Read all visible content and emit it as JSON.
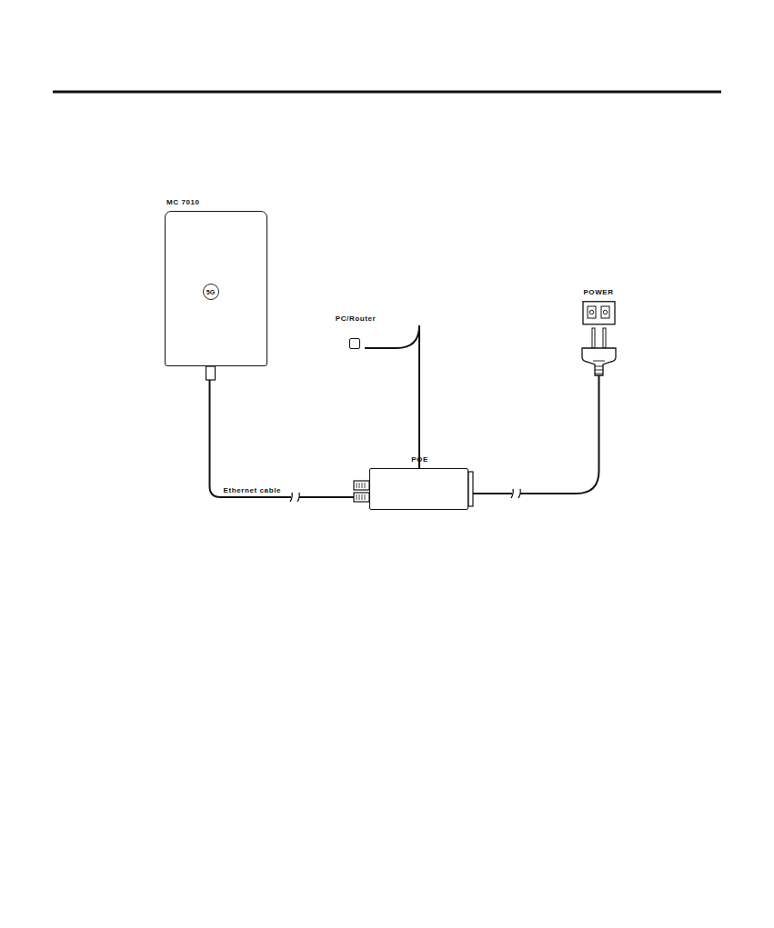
{
  "diagram": {
    "nodes": [
      {
        "text": [
          "MC 7010",
          "5G"
        ]
      },
      {
        "text": [
          "PC/Router"
        ]
      },
      {
        "text": [
          "POE"
        ]
      },
      {
        "text": [
          "POWER"
        ]
      }
    ],
    "edges": [
      {
        "from": 0,
        "to": 2,
        "label": "Ethernet cable",
        "arrow": "none"
      },
      {
        "from": 1,
        "to": 2,
        "arrow": "none"
      },
      {
        "from": 2,
        "to": 3,
        "arrow": "none"
      }
    ]
  }
}
